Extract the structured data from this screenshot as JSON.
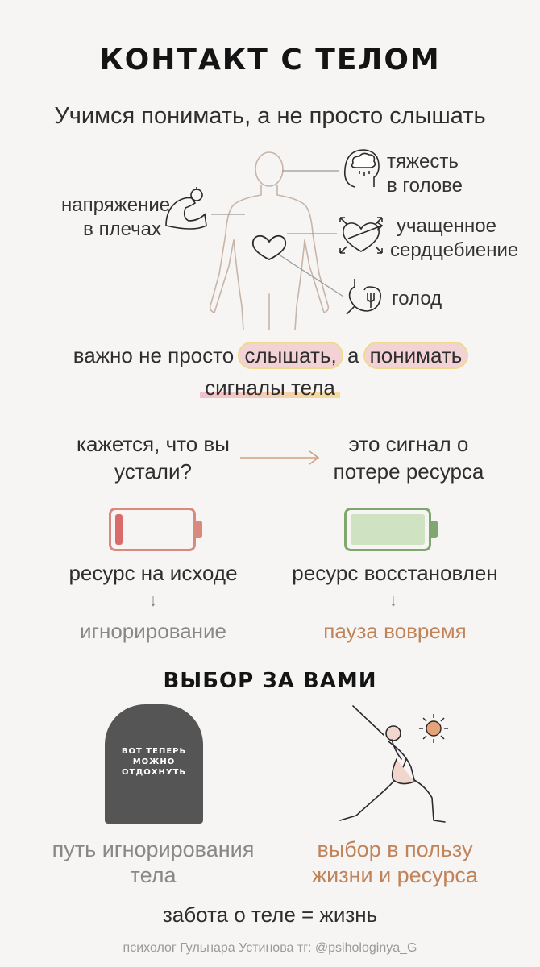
{
  "title": "КОНТАКТ С ТЕЛОМ",
  "subtitle": "Учимся понимать, а не просто слышать",
  "body_map": {
    "shoulders": [
      "напряжение",
      "в плечах"
    ],
    "head": [
      "тяжесть",
      "в голове"
    ],
    "heart": [
      "учащенное",
      "сердцебиение"
    ],
    "stomach": "голод"
  },
  "important": {
    "prefix": "важно не просто ",
    "hear": "слышать,",
    "mid": " а ",
    "understand": "понимать",
    "signals": "сигналы тела"
  },
  "tired": {
    "question": [
      "кажется, что вы",
      "устали?"
    ],
    "answer": [
      "это сигнал о",
      "потере ресурса"
    ]
  },
  "resource": {
    "low_label": "ресурс на исходе",
    "low_result": "игнорирование",
    "low_level": 0.1,
    "low_color": "#d96b6b",
    "full_label": "ресурс восстановлен",
    "full_result": "пауза вовремя",
    "full_level": 1.0,
    "full_color": "#cfe3c2"
  },
  "choice": {
    "heading": "ВЫБОР ЗА ВАМИ",
    "tombstone_text": [
      "ВОТ ТЕПЕРЬ",
      "МОЖНО",
      "ОТДОХНУТЬ"
    ],
    "left_caption": [
      "путь игнорирования",
      "тела"
    ],
    "right_caption": [
      "выбор в пользу",
      "жизни и ресурса"
    ]
  },
  "conclusion": "забота о теле = жизнь",
  "credit": "психолог Гульнара Устинова тг: @psihologinya_G"
}
